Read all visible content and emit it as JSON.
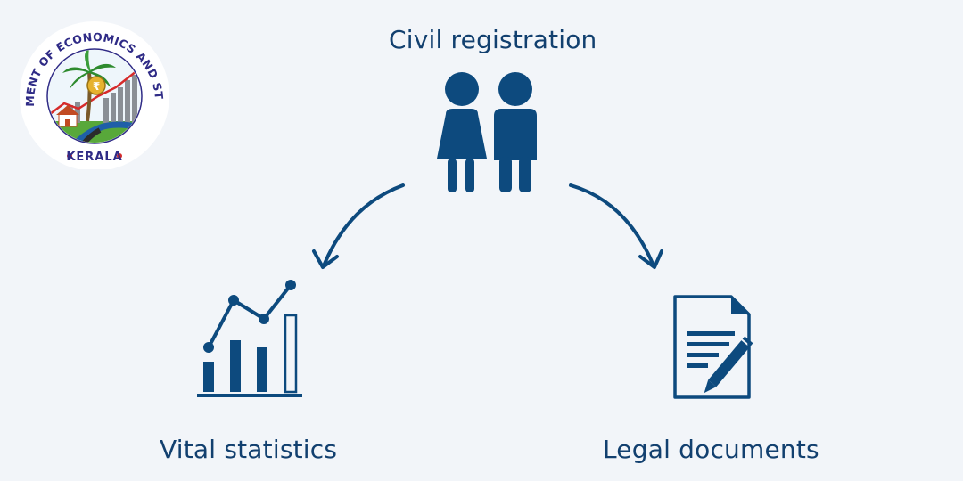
{
  "logo": {
    "ring_text": "DEPARTMENT OF ECONOMICS AND STATISTICS",
    "bottom_text": "KERALA",
    "currency_symbol": "₹"
  },
  "center_node": {
    "label": "Civil registration",
    "icon": "couple-icon"
  },
  "left_node": {
    "label": "Vital statistics",
    "icon": "bar-line-chart-icon"
  },
  "right_node": {
    "label": "Legal documents",
    "icon": "document-pen-icon"
  },
  "colors": {
    "primary": "#0d4a7e",
    "background": "#f2f5f9",
    "logo_ring_text": "#2f2b86",
    "logo_red": "#d62b2b"
  }
}
